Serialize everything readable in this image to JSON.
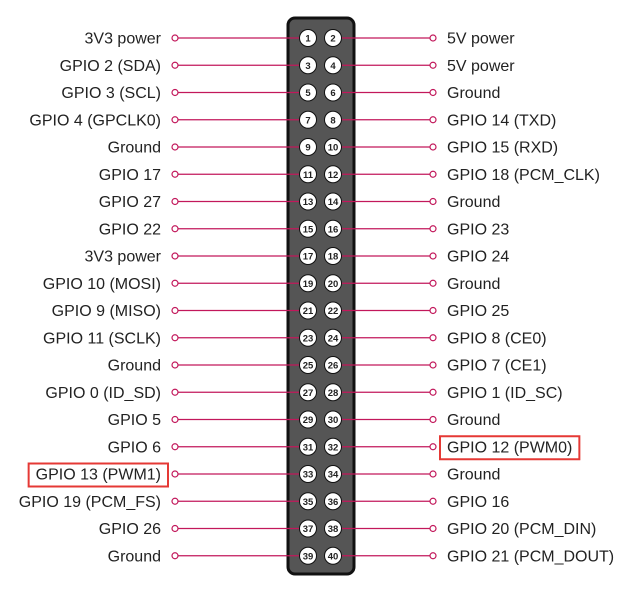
{
  "colors": {
    "header_fill": "#555555",
    "header_stroke": "#111111",
    "pin_fill": "#ffffff",
    "wire": "#c2185b",
    "highlight": "#e53935",
    "text": "#222222"
  },
  "highlighted_labels": [
    "GPIO 13 (PWM1)",
    "GPIO 12 (PWM0)"
  ],
  "rows": [
    {
      "left_pin": "1",
      "left_label": "3V3 power",
      "right_pin": "2",
      "right_label": "5V power"
    },
    {
      "left_pin": "3",
      "left_label": "GPIO 2 (SDA)",
      "right_pin": "4",
      "right_label": "5V power"
    },
    {
      "left_pin": "5",
      "left_label": "GPIO 3 (SCL)",
      "right_pin": "6",
      "right_label": "Ground"
    },
    {
      "left_pin": "7",
      "left_label": "GPIO 4 (GPCLK0)",
      "right_pin": "8",
      "right_label": "GPIO 14 (TXD)"
    },
    {
      "left_pin": "9",
      "left_label": "Ground",
      "right_pin": "10",
      "right_label": "GPIO 15 (RXD)"
    },
    {
      "left_pin": "11",
      "left_label": "GPIO 17",
      "right_pin": "12",
      "right_label": "GPIO 18 (PCM_CLK)"
    },
    {
      "left_pin": "13",
      "left_label": "GPIO 27",
      "right_pin": "14",
      "right_label": "Ground"
    },
    {
      "left_pin": "15",
      "left_label": "GPIO 22",
      "right_pin": "16",
      "right_label": "GPIO 23"
    },
    {
      "left_pin": "17",
      "left_label": "3V3 power",
      "right_pin": "18",
      "right_label": "GPIO 24"
    },
    {
      "left_pin": "19",
      "left_label": "GPIO 10 (MOSI)",
      "right_pin": "20",
      "right_label": "Ground"
    },
    {
      "left_pin": "21",
      "left_label": "GPIO 9 (MISO)",
      "right_pin": "22",
      "right_label": "GPIO 25"
    },
    {
      "left_pin": "23",
      "left_label": "GPIO 11 (SCLK)",
      "right_pin": "24",
      "right_label": "GPIO 8 (CE0)"
    },
    {
      "left_pin": "25",
      "left_label": "Ground",
      "right_pin": "26",
      "right_label": "GPIO 7 (CE1)"
    },
    {
      "left_pin": "27",
      "left_label": "GPIO 0 (ID_SD)",
      "right_pin": "28",
      "right_label": "GPIO 1 (ID_SC)"
    },
    {
      "left_pin": "29",
      "left_label": "GPIO 5",
      "right_pin": "30",
      "right_label": "Ground"
    },
    {
      "left_pin": "31",
      "left_label": "GPIO 6",
      "right_pin": "32",
      "right_label": "GPIO 12 (PWM0)"
    },
    {
      "left_pin": "33",
      "left_label": "GPIO 13 (PWM1)",
      "right_pin": "34",
      "right_label": "Ground"
    },
    {
      "left_pin": "35",
      "left_label": "GPIO 19 (PCM_FS)",
      "right_pin": "36",
      "right_label": "GPIO 16"
    },
    {
      "left_pin": "37",
      "left_label": "GPIO 26",
      "right_pin": "38",
      "right_label": "GPIO 20 (PCM_DIN)"
    },
    {
      "left_pin": "39",
      "left_label": "Ground",
      "right_pin": "40",
      "right_label": "GPIO 21 (PCM_DOUT)"
    }
  ]
}
